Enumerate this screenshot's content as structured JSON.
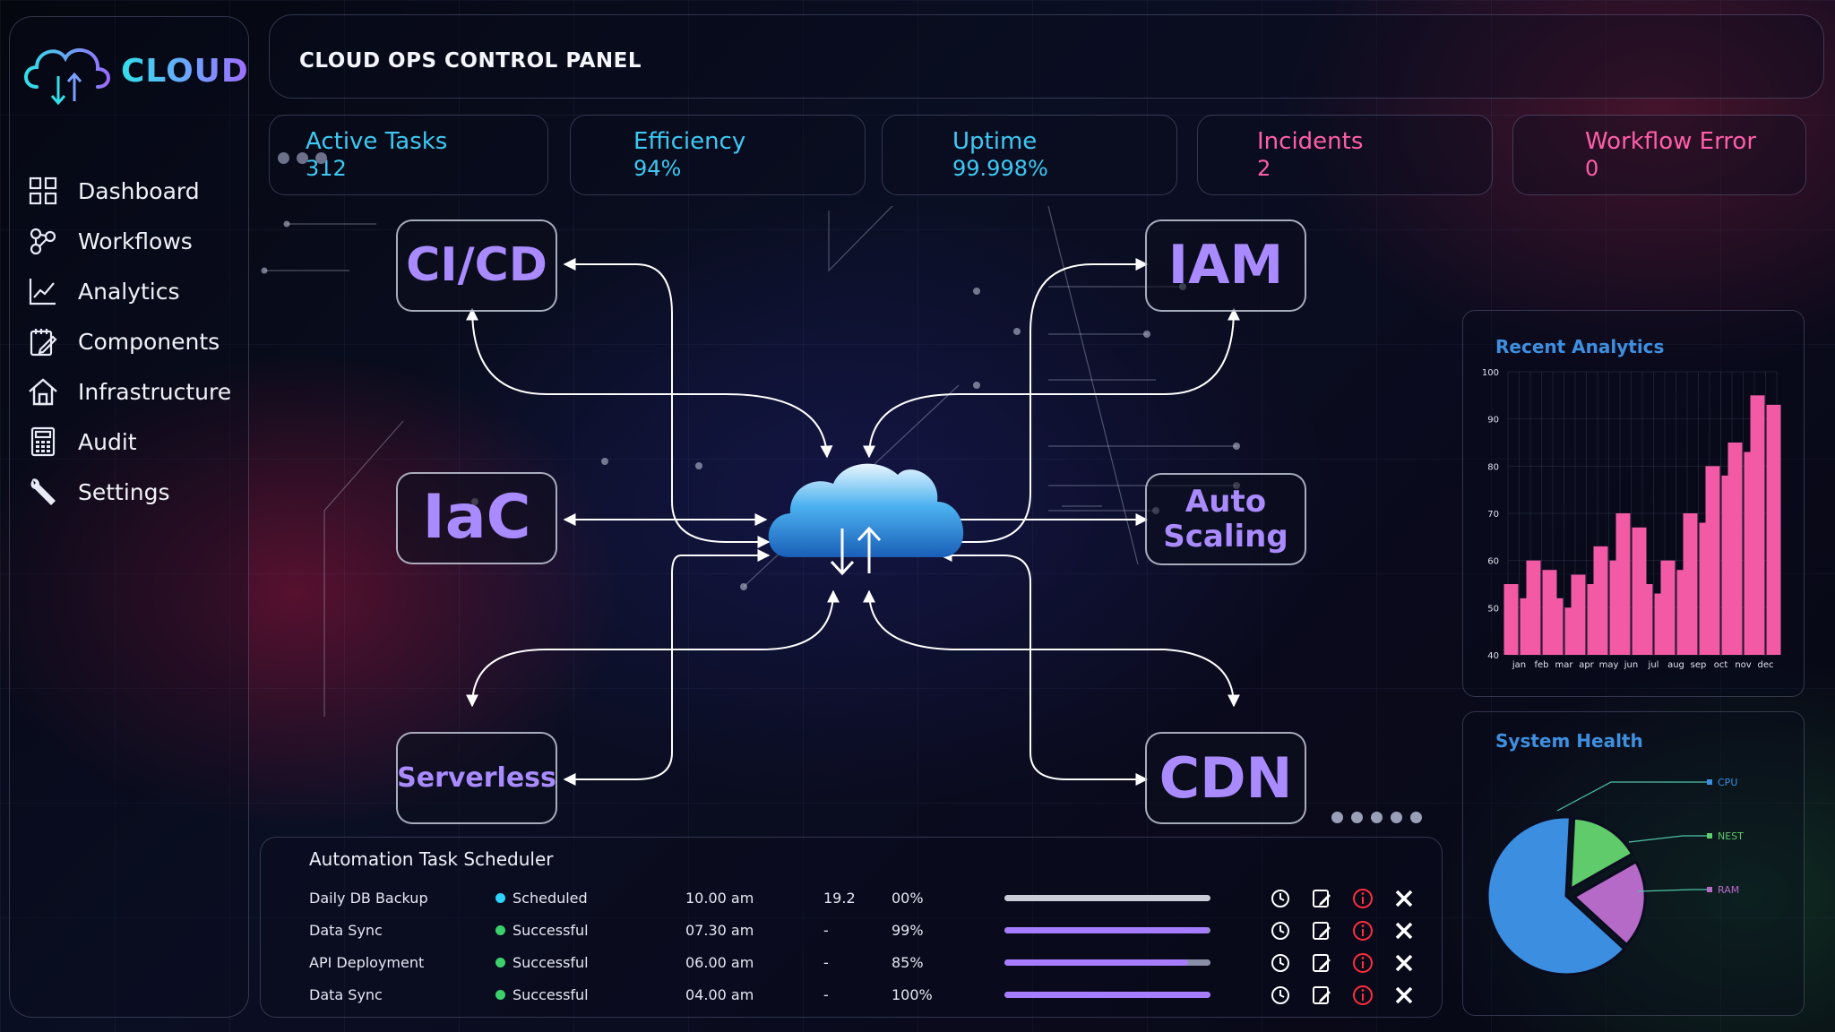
{
  "app": {
    "logo_text": "CLOUD",
    "title": "CLOUD OPS CONTROL PANEL"
  },
  "colors": {
    "accent_cyan": "#3ec9f3",
    "accent_pink": "#ff5ea8",
    "accent_purple": "#a98bff",
    "bar_pink": "#f25aa6"
  },
  "sidebar": {
    "items": [
      {
        "label": "Dashboard",
        "icon": "dashboard-icon"
      },
      {
        "label": "Workflows",
        "icon": "workflows-icon"
      },
      {
        "label": "Analytics",
        "icon": "analytics-icon"
      },
      {
        "label": "Components",
        "icon": "components-icon"
      },
      {
        "label": "Infrastructure",
        "icon": "home-icon"
      },
      {
        "label": "Audit",
        "icon": "calculator-icon"
      },
      {
        "label": "Settings",
        "icon": "wrench-icon"
      }
    ]
  },
  "kpis": [
    {
      "label": "Active Tasks",
      "value": "312"
    },
    {
      "label": "Efficiency",
      "value": "94%"
    },
    {
      "label": "Uptime",
      "value": "99.998%"
    },
    {
      "label": "Incidents",
      "value": "2"
    },
    {
      "label": "Workflow Error",
      "value": "0"
    }
  ],
  "diagram": {
    "nodes": {
      "cicd": "CI/CD",
      "iam": "IAM",
      "iac": "IaC",
      "autoscaling": "Auto Scaling",
      "serverless": "Serverless",
      "cdn": "CDN"
    },
    "center_icon": "cloud-sync-icon"
  },
  "analytics": {
    "title": "Recent Analytics",
    "chart_data": {
      "type": "bar",
      "categories": [
        "jan",
        "feb",
        "mar",
        "apr",
        "may",
        "jun",
        "jul",
        "aug",
        "sep",
        "oct",
        "nov",
        "dec"
      ],
      "series": [
        {
          "values": [
            55,
            60,
            52,
            57,
            63,
            70,
            55,
            60,
            70,
            80,
            85,
            95
          ]
        },
        {
          "values": [
            52,
            58,
            50,
            55,
            60,
            67,
            53,
            58,
            68,
            78,
            83,
            93
          ]
        }
      ],
      "ylim": [
        40,
        100
      ],
      "yticks": [
        40,
        50,
        60,
        70,
        80,
        90,
        100
      ]
    }
  },
  "health": {
    "title": "System Health",
    "chart_data": {
      "type": "pie",
      "labels": [
        "CPU",
        "NEST",
        "RAM"
      ],
      "values": [
        64,
        16,
        20
      ],
      "colors": [
        "#3b8ee0",
        "#5fcb6a",
        "#b66ac8"
      ]
    }
  },
  "scheduler": {
    "title": "Automation Task Scheduler",
    "rows": [
      {
        "task": "Daily DB Backup",
        "status": "Scheduled",
        "status_color": "#2ed3ff",
        "time": "10.00 am",
        "value": "19.2",
        "percent": "00%",
        "progress": 1.0,
        "bar_color": "#c9cbd6"
      },
      {
        "task": "Data Sync",
        "status": "Successful",
        "status_color": "#3bd16b",
        "time": "07.30 am",
        "value": "-",
        "percent": "99%",
        "progress": 0.99,
        "bar_color": "#a77dff"
      },
      {
        "task": "API Deployment",
        "status": "Successful",
        "status_color": "#3bd16b",
        "time": "06.00 am",
        "value": "-",
        "percent": "85%",
        "progress": 0.89,
        "bar_color": "#a77dff"
      },
      {
        "task": "Data Sync",
        "status": "Successful",
        "status_color": "#3bd16b",
        "time": "04.00 am",
        "value": "-",
        "percent": "100%",
        "progress": 1.0,
        "bar_color": "#a77dff"
      }
    ],
    "actions": [
      "clock-icon",
      "edit-icon",
      "info-icon",
      "close-icon"
    ]
  }
}
